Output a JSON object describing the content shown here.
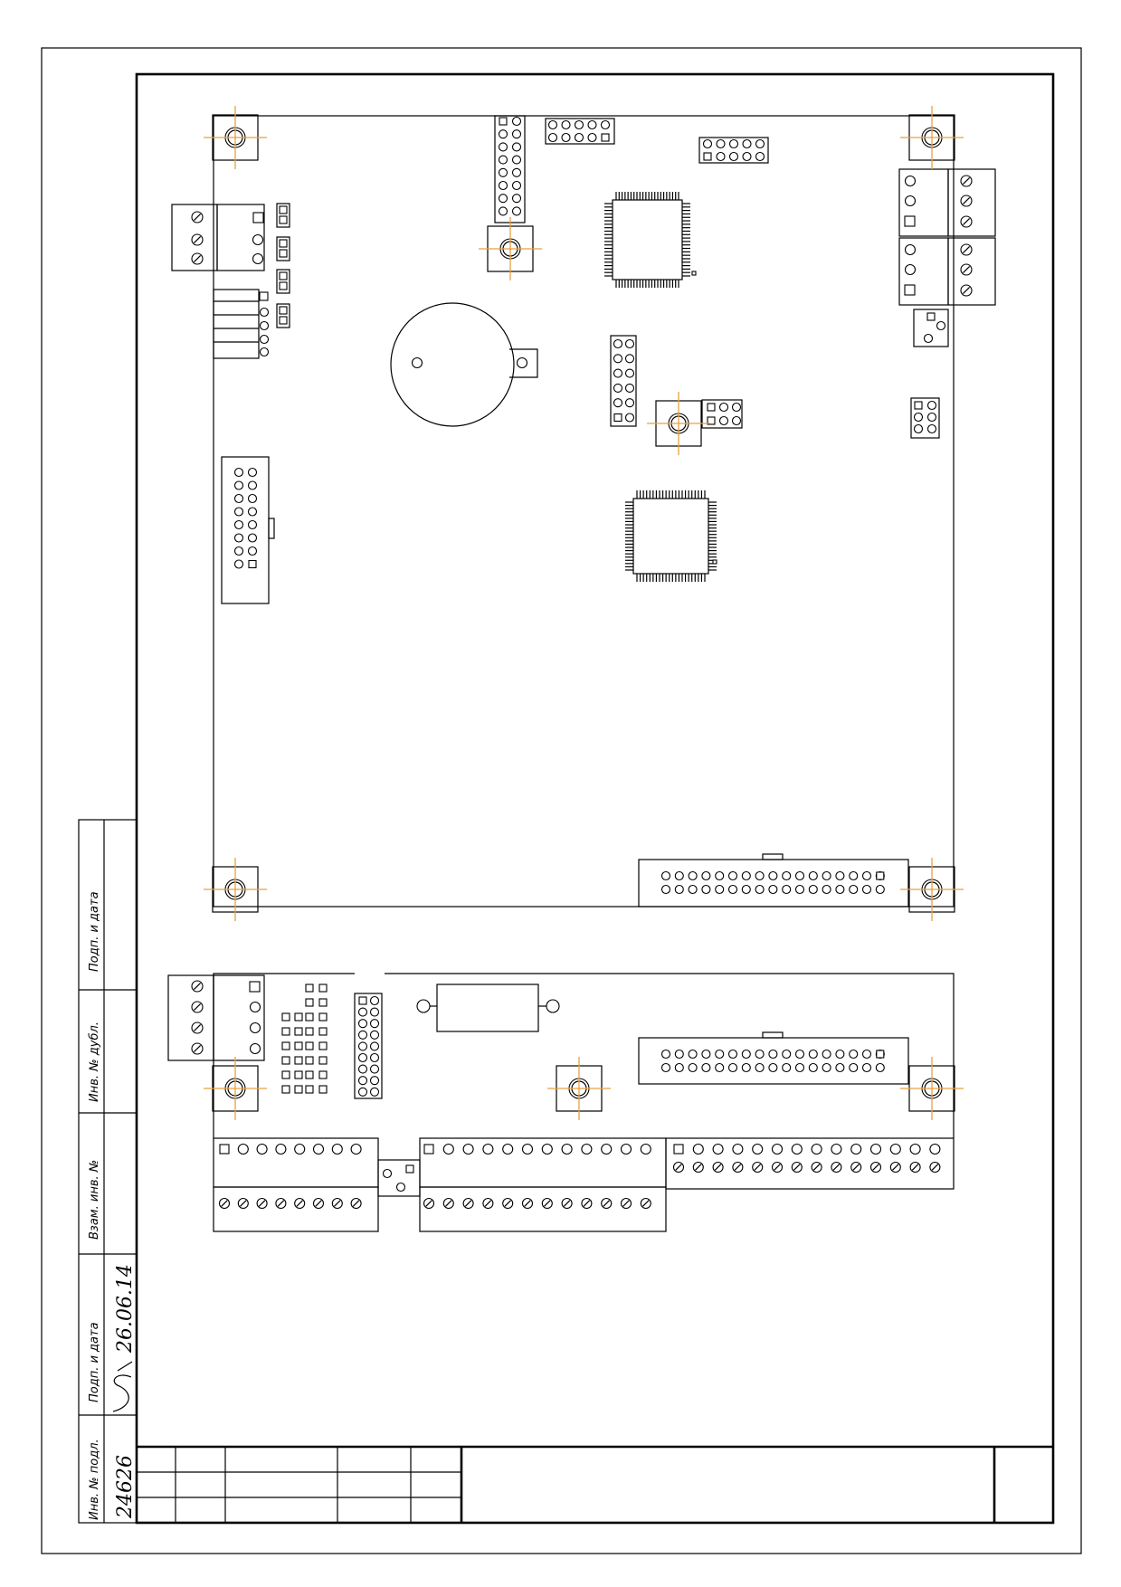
{
  "sheet": {
    "side_stamp": {
      "labels": [
        "Подп. и дата",
        "Инв. № дубл.",
        "Взам. инв. №",
        "Подп. и дата",
        "Инв. № подл."
      ],
      "signature_date": "26.06.14",
      "inventory_number": "24626"
    }
  },
  "colors": {
    "line": "#000000",
    "center_mark": "#E8A040",
    "background": "#FFFFFF"
  },
  "icons": [
    "mounting-hole-icon",
    "terminal-screw-icon",
    "square-pad-icon",
    "round-pad-icon"
  ]
}
